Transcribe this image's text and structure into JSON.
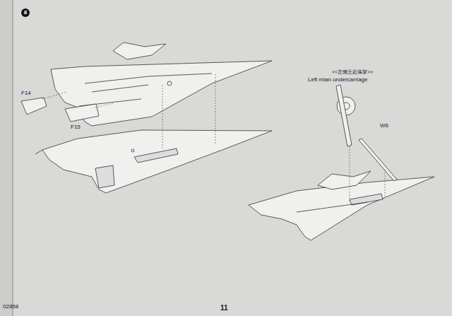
{
  "diagram": {
    "labels": [
      "8",
      "F14",
      "F15",
      "<<左侧主起落架>>",
      "Left mian undercarriage",
      "W6",
      "02858",
      "11"
    ]
  }
}
